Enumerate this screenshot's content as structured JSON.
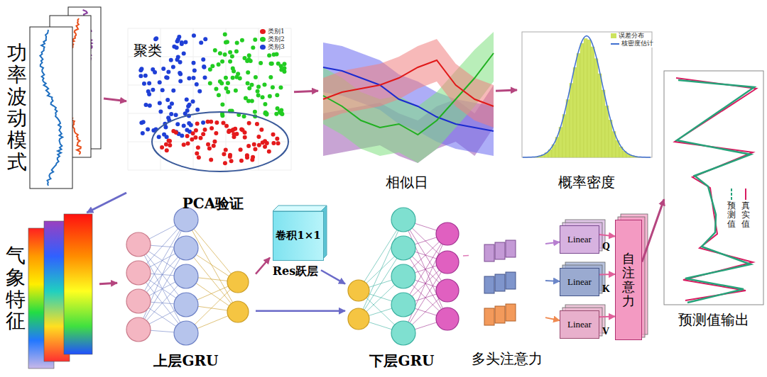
{
  "diagram": {
    "nodes": [
      {
        "text": [
          "功率波动模式"
        ]
      },
      {
        "text": [
          "聚类",
          "PCA验证"
        ]
      },
      {
        "text": [
          "相似日"
        ]
      },
      {
        "text": [
          "概率密度"
        ]
      },
      {
        "text": [
          "预测值输出"
        ]
      },
      {
        "text": [
          "气象特征"
        ]
      },
      {
        "text": [
          "上层GRU"
        ]
      },
      {
        "text": [
          "卷积1×1",
          "Res跃层"
        ]
      },
      {
        "text": [
          "下层GRU"
        ]
      },
      {
        "text": [
          "多头注意力"
        ]
      },
      {
        "text": [
          "Linear"
        ]
      },
      {
        "text": [
          "Linear"
        ]
      },
      {
        "text": [
          "Linear"
        ]
      },
      {
        "text": [
          "自注意力"
        ]
      }
    ],
    "edges": [
      {
        "from": 0,
        "to": 1,
        "arrow": "to"
      },
      {
        "from": 1,
        "to": 2,
        "arrow": "to"
      },
      {
        "from": 2,
        "to": 3,
        "arrow": "to"
      },
      {
        "from": 1,
        "to": 5,
        "arrow": "to"
      },
      {
        "from": 5,
        "to": 6,
        "arrow": "to"
      },
      {
        "from": 6,
        "to": 7,
        "arrow": "to"
      },
      {
        "from": 7,
        "to": 8,
        "arrow": "to"
      },
      {
        "from": 6,
        "to": 8,
        "arrow": "to"
      },
      {
        "from": 8,
        "to": 9,
        "arrow": "none"
      },
      {
        "from": 9,
        "to": 10,
        "arrow": "to"
      },
      {
        "from": 9,
        "to": 11,
        "arrow": "to"
      },
      {
        "from": 9,
        "to": 12,
        "arrow": "to"
      },
      {
        "from": 10,
        "to": 13,
        "arrow": "to"
      },
      {
        "from": 11,
        "to": 13,
        "arrow": "to"
      },
      {
        "from": 12,
        "to": 13,
        "arrow": "to"
      },
      {
        "from": 13,
        "to": 4,
        "arrow": "to"
      }
    ],
    "labels": [
      "Q",
      "K",
      "V"
    ],
    "legend": [
      {
        "text": "类别1",
        "color": "#e41a1c"
      },
      {
        "text": "类别2",
        "color": "#22cc22"
      },
      {
        "text": "类别3",
        "color": "#1f3fd6"
      },
      {
        "text": "误差分布",
        "color": "#cde35e"
      },
      {
        "text": "核密度估计"
      },
      {
        "text": "预测值"
      },
      {
        "text": "真实值"
      }
    ]
  }
}
